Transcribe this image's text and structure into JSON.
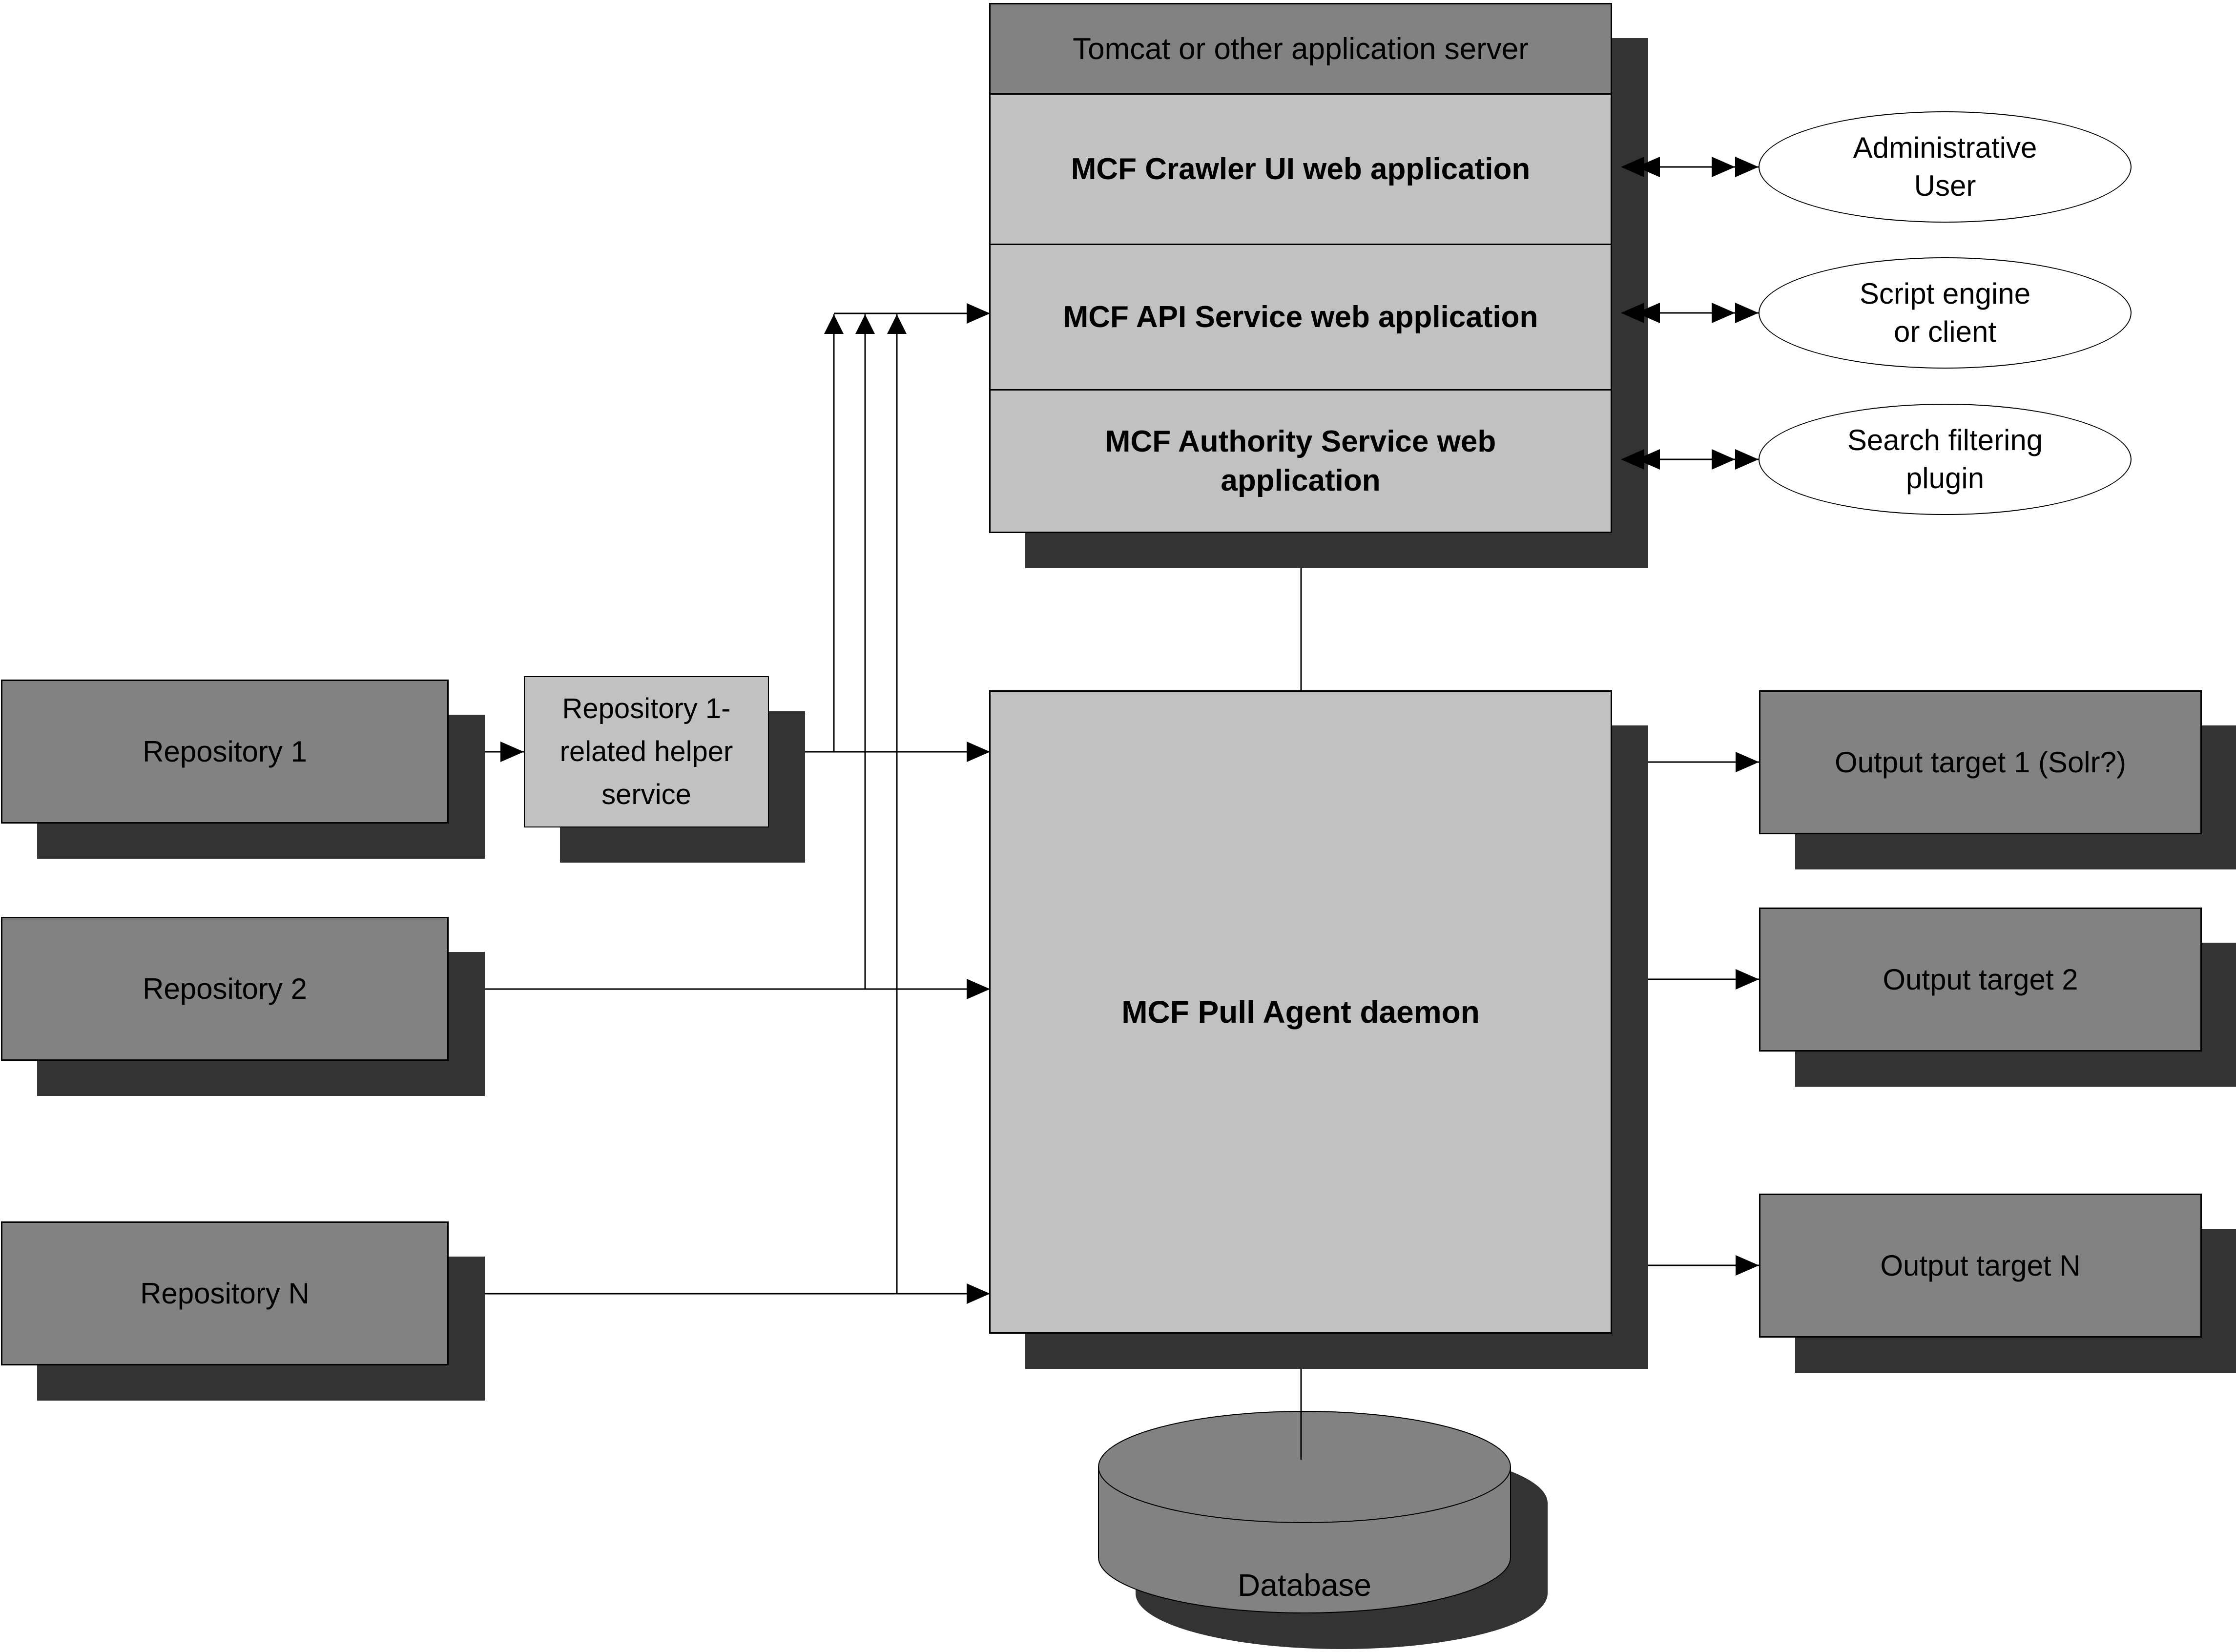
{
  "diagram": {
    "title_hint": "MCF (ManifoldCF) architecture diagram",
    "server": {
      "title": "Tomcat or other application server",
      "rows": [
        {
          "label": "MCF Crawler UI web application"
        },
        {
          "label": "MCF API Service web application"
        },
        {
          "label": "MCF Authority Service web application"
        }
      ]
    },
    "actors": [
      {
        "line1": "Administrative",
        "line2": "User"
      },
      {
        "line1": "Script engine",
        "line2": "or client"
      },
      {
        "line1": "Search filtering",
        "line2": "plugin"
      }
    ],
    "repositories": [
      {
        "label": "Repository 1"
      },
      {
        "label": "Repository 2"
      },
      {
        "label": "Repository N"
      }
    ],
    "helper": {
      "line1": "Repository 1-",
      "line2": "related helper",
      "line3": "service"
    },
    "pull_agent": {
      "label": "MCF Pull Agent daemon"
    },
    "outputs": [
      {
        "label": "Output target 1 (Solr?)"
      },
      {
        "label": "Output target 2"
      },
      {
        "label": "Output target N"
      }
    ],
    "database": {
      "label": "Database"
    },
    "colors": {
      "box_gray": "#828282",
      "box_light": "#c1c1c1",
      "shadow": "#333333",
      "line": "#000000",
      "background": "#ffffff"
    }
  }
}
